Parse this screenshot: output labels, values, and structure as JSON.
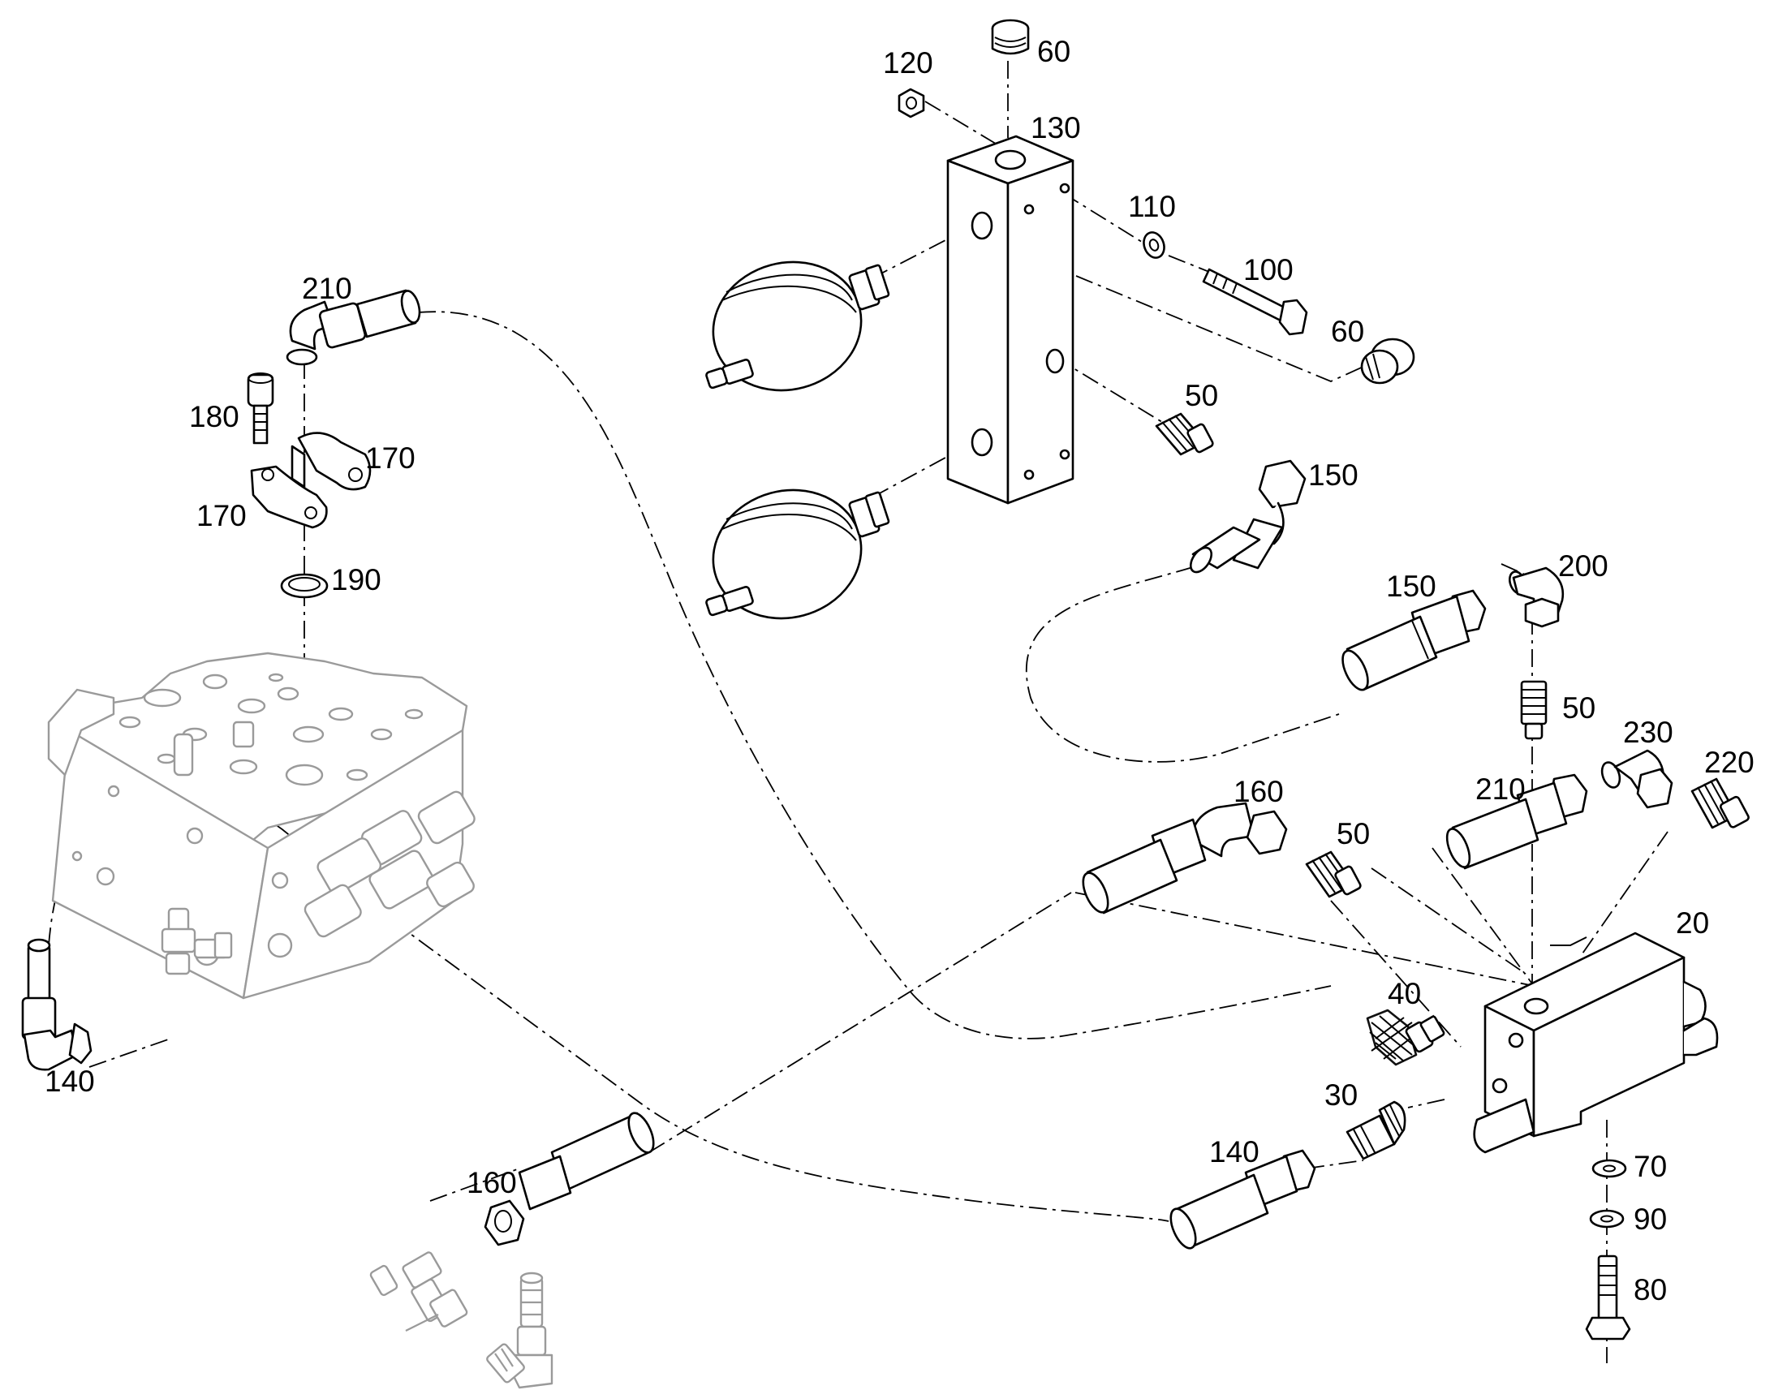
{
  "labels": {
    "l60_top": "60",
    "l120": "120",
    "l130": "130",
    "l110": "110",
    "l100": "100",
    "l60_right": "60",
    "l50_top": "50",
    "l150_top": "150",
    "l210_top": "210",
    "l180": "180",
    "l170_right": "170",
    "l170_left": "170",
    "l190": "190",
    "l150_mid": "150",
    "l200": "200",
    "l50_mid": "50",
    "l230": "230",
    "l220": "220",
    "l210_mid": "210",
    "l160_top": "160",
    "l50_low": "50",
    "l20": "20",
    "l40": "40",
    "l30": "30",
    "l140_right": "140",
    "l140_left": "140",
    "l160_bottom": "160",
    "l70": "70",
    "l90": "90",
    "l80": "80"
  },
  "colors": {
    "outline": "#000000",
    "reference_part": "#9a9a9a",
    "background": "#ffffff"
  }
}
